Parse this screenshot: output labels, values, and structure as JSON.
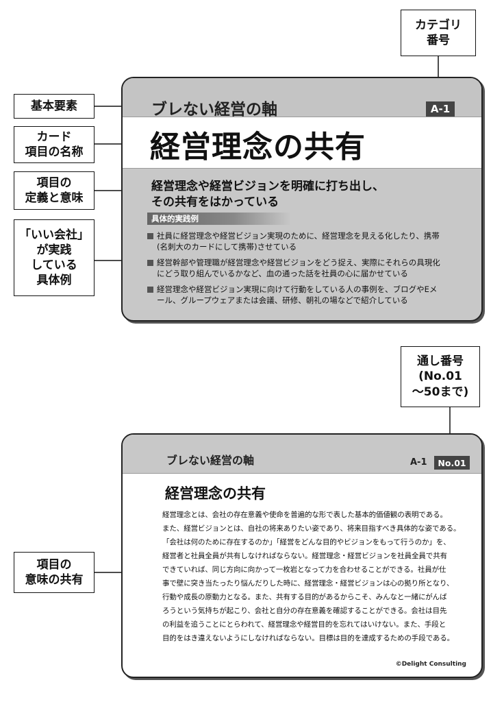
{
  "labels": {
    "category_number": "カテゴリ\n番号",
    "basic_element": "基本要素",
    "card_item_name": "カード\n項目の名称",
    "item_definition": "項目の\n定義と意味",
    "good_company_examples": "「いい会社」\nが実践\nしている\n具体例",
    "serial_number": "通し番号\n(No.01\n～50まで)",
    "item_meaning_sharing": "項目の\n意味の共有"
  },
  "card_front": {
    "category": "ブレない経営の軸",
    "code": "A-1",
    "title": "経営理念の共有",
    "definition_lines": [
      "経営理念や経営ビジョンを明確に打ち出し、",
      "その共有をはかっている"
    ],
    "examples_header": "具体的実践例",
    "examples": [
      {
        "line1": "社員に経営理念や経営ビジョン実現のために、経営理念を見える化したり、携帯",
        "line2": "(名刺大のカードにして携帯)させている"
      },
      {
        "line1": "経営幹部や管理職が経営理念や経営ビジョンをどう捉え、実際にそれらの具現化",
        "line2": "にどう取り組んでいるかなど、血の通った話を社員の心に届かせている"
      },
      {
        "line1": "経営理念や経営ビジョン実現に向けて行動をしている人の事例を、ブログやEメ",
        "line2": "ール、グループウェアまたは会議、研修、朝礼の場などで紹介している"
      }
    ]
  },
  "card_back": {
    "category": "ブレない経営の軸",
    "code": "A-1",
    "serial": "No.01",
    "title": "経営理念の共有",
    "body_lines": [
      "経営理念とは、会社の存在意義や使命を普遍的な形で表した基本的価値観の表明である。",
      "また、経営ビジョンとは、自社の将来ありたい姿であり、将来目指すべき具体的な姿である。",
      "「会社は何のために存在するのか」「経営をどんな目的やビジョンをもって行うのか」を、",
      "経営者と社員全員が共有しなければならない。経営理念・経営ビジョンを社員全員で共有",
      "できていれば、同じ方向に向かって一枚岩となって力を合わせることができる。社員が仕",
      "事で壁に突き当たったり悩んだりした時に、経営理念・経営ビジョンは心の拠り所となり、",
      "行動や成長の原動力となる。また、共有する目的があるからこそ、みんなと一緒にがんば",
      "ろうという気持ちが起こり、会社と自分の存在意義を確認することができる。会社は目先",
      "の利益を追うことにとらわれて、経営理念や経営目的を忘れてはいけない。また、手段と",
      "目的をはき違えないようにしなければならない。目標は目的を達成するための手段である。"
    ],
    "copyright": "©Delight Consulting"
  }
}
